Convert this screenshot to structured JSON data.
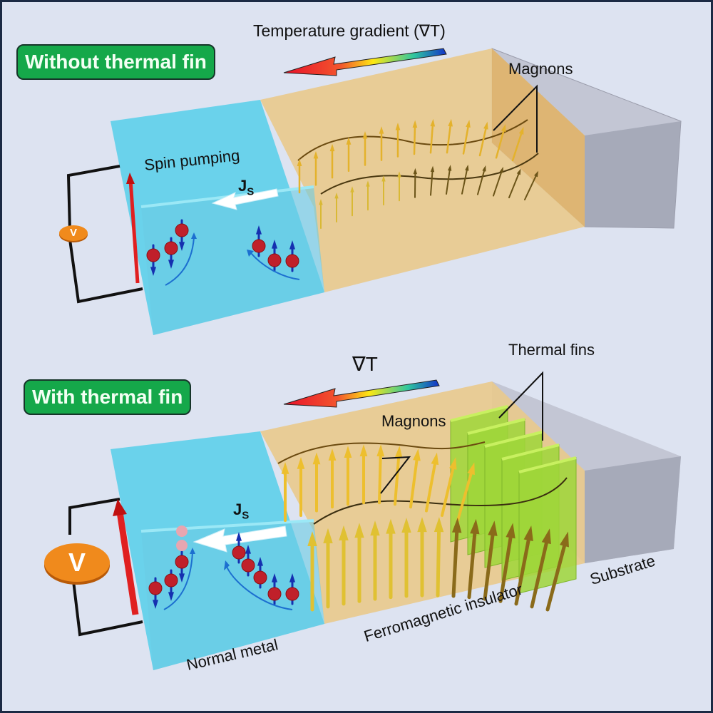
{
  "panels": [
    {
      "title": "Without thermal fin",
      "gradient_label": "Temperature gradient (∇T)",
      "magnons_label": "Magnons",
      "spin_pumping_label": "Spin pumping",
      "spin_current_label": "J",
      "spin_current_subscript": "S",
      "voltmeter_symbol": "V"
    },
    {
      "title": "With thermal fin",
      "gradient_label": "∇T",
      "magnons_label": "Magnons",
      "fins_label": "Thermal fins",
      "spin_current_label": "J",
      "spin_current_subscript": "S",
      "voltmeter_symbol": "V"
    }
  ],
  "layer_labels": {
    "normal_metal": "Normal metal",
    "ferromagnetic_insulator": "Ferromagnetic insulator",
    "substrate": "Substrate"
  },
  "colors": {
    "background": "#dde3f1",
    "badge": "#15a84a",
    "normal_metal": "#5fd0ea",
    "ferromagnet": "#e9c98c",
    "substrate": "#a9abb8",
    "fin": "#9fd63a",
    "electron": "#c0202a",
    "spin_arrow": "#1530b0",
    "voltmeter": "#f08a1c"
  }
}
